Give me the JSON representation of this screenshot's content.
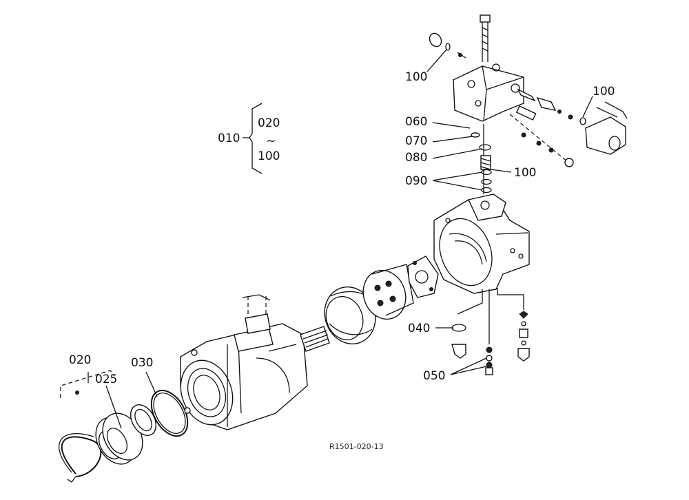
{
  "drawing_number": "R1501-020-13",
  "group": {
    "label": "010",
    "range_start": "020",
    "range_symbol": "~",
    "range_end": "100"
  },
  "callouts": {
    "c020": "020",
    "c025": "025",
    "c030": "030",
    "c040": "040",
    "c050": "050",
    "c060": "060",
    "c070": "070",
    "c080": "080",
    "c090": "090",
    "c100_top_left": "100",
    "c100_top_right": "100",
    "c100_mid": "100"
  }
}
